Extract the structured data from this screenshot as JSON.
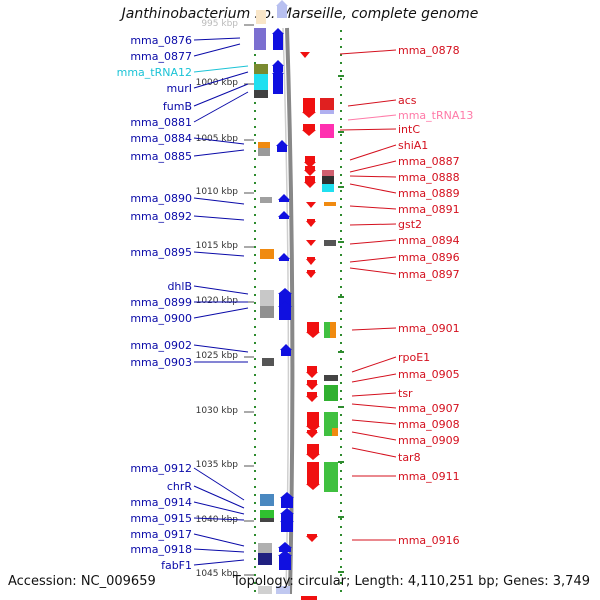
{
  "title": "Janthinobacterium sp. Marseille, complete genome",
  "footer": {
    "accession": "Accession: NC_009659",
    "topology": "Topology: circular; Length: 4,110,251 bp; Genes: 3,749"
  },
  "colors": {
    "left_label": "#0a0aa8",
    "left_rna_label": "#1cc3d6",
    "right_label": "#d4101e",
    "right_rna_label": "#ff7aa8",
    "dots": "#2e8b2e",
    "backbone": "#888888",
    "forward_gene": "#1010e0",
    "reverse_gene": "#f01010"
  },
  "ruler": [
    {
      "label": "995 kbp"
    },
    {
      "label": "1000 kbp"
    },
    {
      "label": "1005 kbp"
    },
    {
      "label": "1010 kbp"
    },
    {
      "label": "1015 kbp"
    },
    {
      "label": "1020 kbp"
    },
    {
      "label": "1025 kbp"
    },
    {
      "label": "1030 kbp"
    },
    {
      "label": "1035 kbp"
    },
    {
      "label": "1040 kbp"
    },
    {
      "label": "1045 kbp"
    }
  ],
  "left_labels": [
    {
      "text": "mma_0876",
      "kind": "gene"
    },
    {
      "text": "mma_0877",
      "kind": "gene"
    },
    {
      "text": "mma_tRNA12",
      "kind": "rna"
    },
    {
      "text": "murI",
      "kind": "gene"
    },
    {
      "text": "fumB",
      "kind": "gene"
    },
    {
      "text": "mma_0881",
      "kind": "gene"
    },
    {
      "text": "mma_0884",
      "kind": "gene"
    },
    {
      "text": "mma_0885",
      "kind": "gene"
    },
    {
      "text": "mma_0890",
      "kind": "gene"
    },
    {
      "text": "mma_0892",
      "kind": "gene"
    },
    {
      "text": "mma_0895",
      "kind": "gene"
    },
    {
      "text": "dhlB",
      "kind": "gene"
    },
    {
      "text": "mma_0899",
      "kind": "gene"
    },
    {
      "text": "mma_0900",
      "kind": "gene"
    },
    {
      "text": "mma_0902",
      "kind": "gene"
    },
    {
      "text": "mma_0903",
      "kind": "gene"
    },
    {
      "text": "mma_0912",
      "kind": "gene"
    },
    {
      "text": "chrR",
      "kind": "gene"
    },
    {
      "text": "mma_0914",
      "kind": "gene"
    },
    {
      "text": "mma_0915",
      "kind": "gene"
    },
    {
      "text": "mma_0917",
      "kind": "gene"
    },
    {
      "text": "mma_0918",
      "kind": "gene"
    },
    {
      "text": "fabF1",
      "kind": "gene"
    }
  ],
  "right_labels": [
    {
      "text": "mma_0878",
      "kind": "gene"
    },
    {
      "text": "acs",
      "kind": "gene"
    },
    {
      "text": "mma_tRNA13",
      "kind": "rna"
    },
    {
      "text": "intC",
      "kind": "gene"
    },
    {
      "text": "shiA1",
      "kind": "gene"
    },
    {
      "text": "mma_0887",
      "kind": "gene"
    },
    {
      "text": "mma_0888",
      "kind": "gene"
    },
    {
      "text": "mma_0889",
      "kind": "gene"
    },
    {
      "text": "mma_0891",
      "kind": "gene"
    },
    {
      "text": "gst2",
      "kind": "gene"
    },
    {
      "text": "mma_0894",
      "kind": "gene"
    },
    {
      "text": "mma_0896",
      "kind": "gene"
    },
    {
      "text": "mma_0897",
      "kind": "gene"
    },
    {
      "text": "mma_0901",
      "kind": "gene"
    },
    {
      "text": "rpoE1",
      "kind": "gene"
    },
    {
      "text": "mma_0905",
      "kind": "gene"
    },
    {
      "text": "tsr",
      "kind": "gene"
    },
    {
      "text": "mma_0907",
      "kind": "gene"
    },
    {
      "text": "mma_0908",
      "kind": "gene"
    },
    {
      "text": "mma_0909",
      "kind": "gene"
    },
    {
      "text": "tar8",
      "kind": "gene"
    },
    {
      "text": "mma_0911",
      "kind": "gene"
    },
    {
      "text": "mma_0916",
      "kind": "gene"
    }
  ]
}
